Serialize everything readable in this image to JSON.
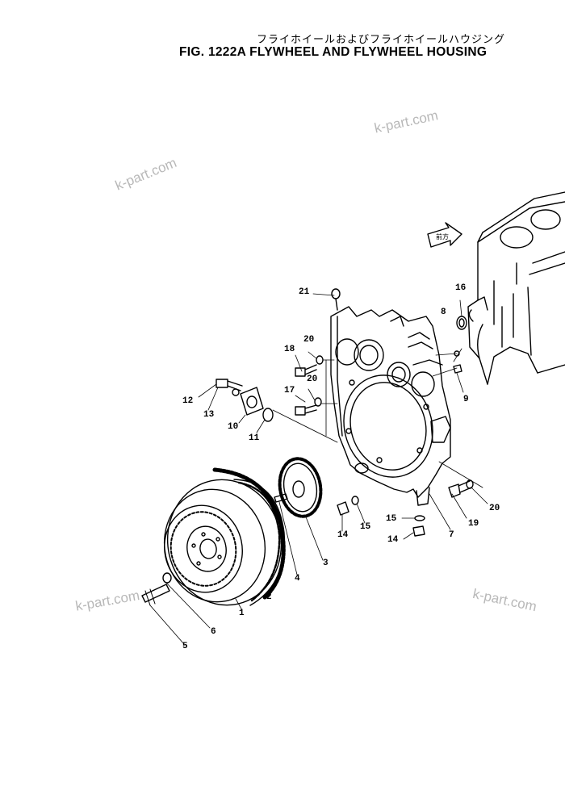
{
  "header": {
    "title_jp": "フライホイールおよびフライホイールハウジング",
    "title_en": "FIG. 1222A  FLYWHEEL AND FLYWHEEL HOUSING"
  },
  "watermarks": [
    "k-part.com",
    "k-part.com",
    "k-part.com",
    "k-part.com"
  ],
  "front_arrow_label": "前方",
  "callouts": {
    "c1": "1",
    "c2": "2",
    "c3": "3",
    "c4": "4",
    "c5": "5",
    "c6": "6",
    "c7": "7",
    "c8": "8",
    "c9": "9",
    "c10": "10",
    "c11": "11",
    "c12": "12",
    "c13": "13",
    "c14a": "14",
    "c14b": "14",
    "c15a": "15",
    "c15b": "15",
    "c16": "16",
    "c17": "17",
    "c18": "18",
    "c19": "19",
    "c20a": "20",
    "c20b": "20",
    "c20c": "20",
    "c21": "21"
  }
}
